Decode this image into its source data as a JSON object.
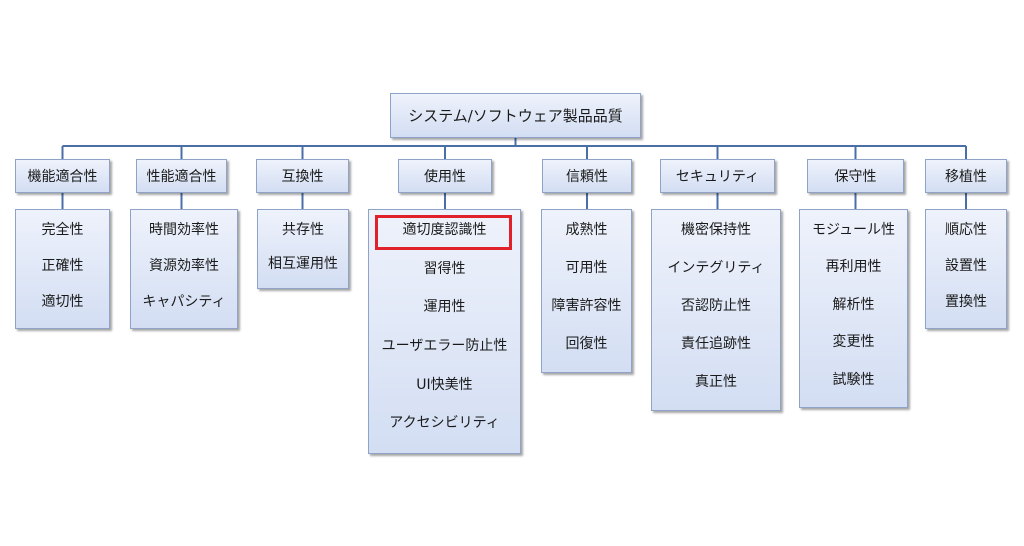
{
  "root": {
    "label": "システム/ソフトウェア製品品質"
  },
  "categories": [
    {
      "label": "機能適合性",
      "items": [
        "完全性",
        "正確性",
        "適切性"
      ]
    },
    {
      "label": "性能適合性",
      "items": [
        "時間効率性",
        "資源効率性",
        "キャパシティ"
      ]
    },
    {
      "label": "互換性",
      "items": [
        "共存性",
        "相互運用性"
      ]
    },
    {
      "label": "使用性",
      "items": [
        "適切度認識性",
        "習得性",
        "運用性",
        "ユーザエラー防止性",
        "UI快美性",
        "アクセシビリティ"
      ]
    },
    {
      "label": "信頼性",
      "items": [
        "成熟性",
        "可用性",
        "障害許容性",
        "回復性"
      ]
    },
    {
      "label": "セキュリティ",
      "items": [
        "機密保持性",
        "インテグリティ",
        "否認防止性",
        "責任追跡性",
        "真正性"
      ]
    },
    {
      "label": "保守性",
      "items": [
        "モジュール性",
        "再利用性",
        "解析性",
        "変更性",
        "試験性"
      ]
    },
    {
      "label": "移植性",
      "items": [
        "順応性",
        "設置性",
        "置換性"
      ]
    }
  ],
  "colors": {
    "connector": "#4a6fa8",
    "highlight": "#e0202a",
    "box_top": "#eef2fb",
    "box_bottom": "#d3def3"
  }
}
